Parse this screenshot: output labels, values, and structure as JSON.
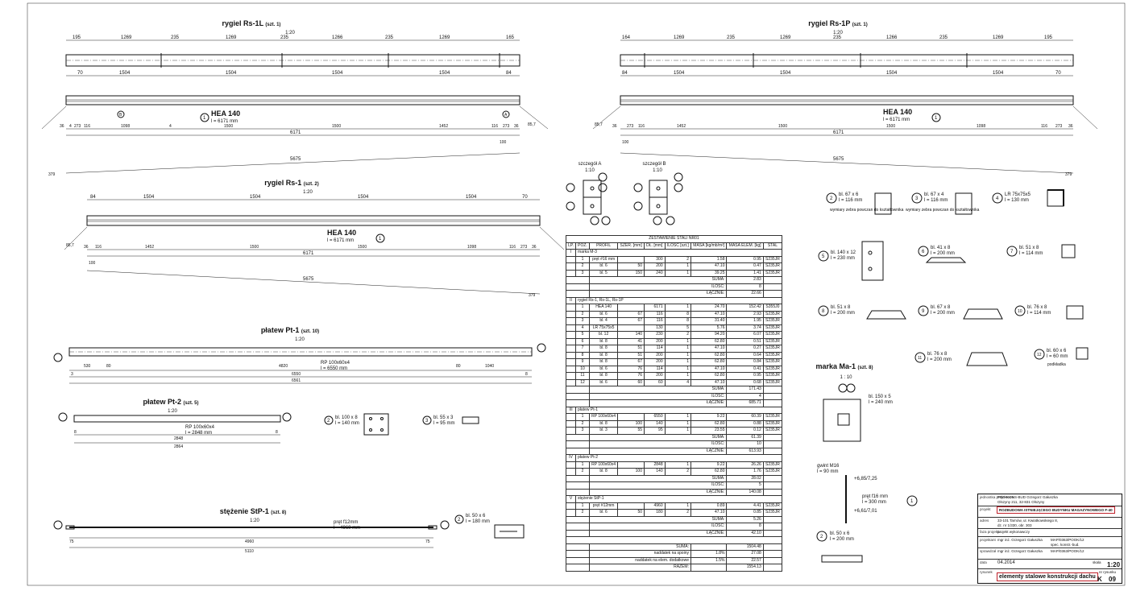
{
  "drawing": {
    "beam_rs1l": {
      "title": "rygiel Rs-1L",
      "qty": "(szt. 1)",
      "scale": "1:20",
      "top_dims": [
        "195",
        "1269",
        "235",
        "1269",
        "235",
        "1266",
        "235",
        "1269",
        "165"
      ],
      "mid_dims": [
        "70",
        "1504",
        "1504",
        "1504",
        "1504",
        "84"
      ],
      "bottom_dims": [
        "36",
        "4",
        "273",
        "6",
        "116",
        "6",
        "1098",
        "4",
        "1500",
        "4",
        "1500",
        "4",
        "1452",
        "6",
        "116",
        "6",
        "273",
        "4",
        "36"
      ],
      "total": "6171",
      "span": "5675",
      "offset": "379",
      "end": "100",
      "profile": "HEA 140",
      "length": "l = 6171 mm",
      "detail_refs": [
        "A",
        "B"
      ],
      "angle": "85,7"
    },
    "beam_rs1p": {
      "title": "rygiel Rs-1P",
      "qty": "(szt. 1)",
      "scale": "1:20",
      "top_dims": [
        "164",
        "1269",
        "235",
        "1269",
        "235",
        "1266",
        "235",
        "1269",
        "195"
      ],
      "mid_dims": [
        "84",
        "1504",
        "1504",
        "1504",
        "1504",
        "70"
      ],
      "bottom_dims": [
        "36",
        "4",
        "273",
        "6",
        "116",
        "6",
        "1452",
        "4",
        "1500",
        "4",
        "1500",
        "4",
        "1098",
        "6",
        "116",
        "6",
        "273",
        "4",
        "36"
      ],
      "total": "6171",
      "span": "5675",
      "offset": "379",
      "end": "100",
      "profile": "HEA 140",
      "length": "l = 6171 mm",
      "angle": "85,7"
    },
    "beam_rs1": {
      "title": "rygiel Rs-1",
      "qty": "(szt. 2)",
      "scale": "1:20",
      "mid_dims": [
        "84",
        "1504",
        "1504",
        "1504",
        "1504",
        "70"
      ],
      "bottom_dims": [
        "36",
        "4",
        "273",
        "6",
        "116",
        "6",
        "1452",
        "4",
        "1500",
        "4",
        "1500",
        "4",
        "1098",
        "6",
        "116",
        "6",
        "273",
        "4",
        "36"
      ],
      "total": "6171",
      "span": "5675",
      "offset": "379",
      "end": "100",
      "profile": "HEA 140",
      "length": "l = 6171 mm",
      "angle": "85,7"
    },
    "purlin_pt1": {
      "title": "płatew Pt-1",
      "qty": "(szt. 10)",
      "scale": "1:20",
      "profile": "RP 100x60x4",
      "length": "l = 6550 mm",
      "dims": [
        "3",
        "530",
        "80",
        "4820",
        "80",
        "1040",
        "8"
      ],
      "total1": "6550",
      "total2": "6561"
    },
    "purlin_pt2": {
      "title": "płatew Pt-2",
      "qty": "(szt. 5)",
      "scale": "1:20",
      "profile": "RP 100x60x4",
      "length": "l = 2848 mm",
      "dims": [
        "8",
        "2848",
        "8"
      ],
      "total": "2864"
    },
    "brace_stp1": {
      "title": "stężenie StP-1",
      "qty": "(szt. 8)",
      "scale": "1:20",
      "profile": "pręt f12mm",
      "length": "l = 4960 mm",
      "dims": [
        "75",
        "4960",
        "75"
      ],
      "total": "5110"
    },
    "details": {
      "a_title": "szczegół A",
      "b_title": "szczegół B",
      "scale": "1:10"
    },
    "plates": [
      {
        "num": "2",
        "spec": "bl. 67 x 6",
        "len": "l = 116 mm",
        "note": "wymiary zebra powczan do kształtownika"
      },
      {
        "num": "3",
        "spec": "bl. 67 x 4",
        "len": "l = 116 mm",
        "note": "wymiary zebra powczan do kształtownika"
      },
      {
        "num": "4",
        "spec": "LR 75x75x5",
        "len": "l = 130 mm",
        "note": ""
      },
      {
        "num": "5",
        "spec": "bl. 140 x 12",
        "len": "l = 230 mm",
        "note": ""
      },
      {
        "num": "6",
        "spec": "bl. 41 x 8",
        "len": "l = 200 mm",
        "note": ""
      },
      {
        "num": "7",
        "spec": "bl. 51 x 8",
        "len": "l = 114 mm",
        "note": ""
      },
      {
        "num": "8",
        "spec": "bl. 51 x 8",
        "len": "l = 200 mm",
        "note": ""
      },
      {
        "num": "9",
        "spec": "bl. 67 x 8",
        "len": "l = 200 mm",
        "note": ""
      },
      {
        "num": "10",
        "spec": "bl. 76 x 8",
        "len": "l = 114 mm",
        "note": ""
      },
      {
        "num": "11",
        "spec": "bl. 76 x 8",
        "len": "l = 200 mm",
        "note": ""
      },
      {
        "num": "12",
        "spec": "bl. 60 x 6",
        "len": "l = 60 mm",
        "note": "podkładka"
      }
    ],
    "pt_plates": [
      {
        "num": "2",
        "spec": "bl. 100 x 8",
        "len": "l = 140 mm"
      },
      {
        "num": "3",
        "spec": "bl. 55 x 3",
        "len": "l = 95 mm"
      }
    ],
    "stp_plate": {
      "num": "2",
      "spec": "bl. 50 x 6",
      "len": "l = 180 mm"
    },
    "marka": {
      "title": "marka Ma-1",
      "qty": "(szt. 8)",
      "scale": "1 : 10",
      "plate": "bl. 150 x 5",
      "plate_len": "l = 240 mm",
      "thread": "gwint M16",
      "thread_len": "l = 90 mm",
      "bar": "pręt f16 mm",
      "bar_len": "l = 300 mm",
      "lvl1": "+6,85/7,25",
      "lvl2": "+6,61/7,01",
      "plate2": "bl. 50 x 6",
      "plate2_len": "l = 200 mm"
    }
  },
  "bom": {
    "title": "ZESTAWIENIE STALI NR01",
    "headers": [
      "LP.",
      "POZ.",
      "PROFIL",
      "SZER. [mm]",
      "DŁ. [mm]",
      "ILOŚĆ [szt.]",
      "MASA [kg/mb/m²]",
      "MASA ELEM. [kg]",
      "STAL"
    ],
    "sections": [
      {
        "lp": "I",
        "name": "marka M-3",
        "rows": [
          [
            "1",
            "pręt #16 mm",
            "",
            "300",
            "2",
            "1.58",
            "0.95",
            "S235JR"
          ],
          [
            "2",
            "bl. 6",
            "50",
            "200",
            "1",
            "47.10",
            "0.47",
            "S235JR"
          ],
          [
            "3",
            "bl. 5",
            "150",
            "240",
            "1",
            "39.25",
            "1.41",
            "S235JR"
          ]
        ],
        "suma": "2.83",
        "ilosc": "8",
        "lacznie": "22.66"
      },
      {
        "lp": "II",
        "name": "rygiel Rs-1, Rs-1L, Rs-1P",
        "rows": [
          [
            "1",
            "HEA 140",
            "",
            "6171",
            "1",
            "24.70",
            "152.42",
            "S355J0"
          ],
          [
            "2",
            "bl. 6",
            "67",
            "116",
            "8",
            "47.10",
            "2.93",
            "S235JR"
          ],
          [
            "3",
            "bl. 4",
            "67",
            "116",
            "8",
            "31.40",
            "1.95",
            "S235JR"
          ],
          [
            "4",
            "LR 75x75x5",
            "",
            "130",
            "5",
            "5.76",
            "3.74",
            "S235JR"
          ],
          [
            "5",
            "bl. 12",
            "140",
            "230",
            "2",
            "94.20",
            "6.07",
            "S235JR"
          ],
          [
            "6",
            "bl. 8",
            "41",
            "200",
            "1",
            "62.80",
            "0.51",
            "S235JR"
          ],
          [
            "7",
            "bl. 8",
            "51",
            "114",
            "1",
            "47.10",
            "0.27",
            "S235JR"
          ],
          [
            "8",
            "bl. 8",
            "51",
            "200",
            "1",
            "62.80",
            "0.64",
            "S235JR"
          ],
          [
            "9",
            "bl. 8",
            "67",
            "200",
            "1",
            "62.80",
            "0.84",
            "S235JR"
          ],
          [
            "10",
            "bl. 6",
            "76",
            "114",
            "1",
            "47.10",
            "0.41",
            "S235JR"
          ],
          [
            "11",
            "bl. 8",
            "76",
            "200",
            "1",
            "62.80",
            "0.95",
            "S235JR"
          ],
          [
            "12",
            "bl. 6",
            "60",
            "60",
            "4",
            "47.10",
            "0.68",
            "S235JR"
          ]
        ],
        "suma": "171.43",
        "ilosc": "4",
        "lacznie": "685.71"
      },
      {
        "lp": "III",
        "name": "płatew Pt-1",
        "rows": [
          [
            "1",
            "RP 100x60x4",
            "",
            "6550",
            "1",
            "9.22",
            "60.39",
            "S235JR"
          ],
          [
            "2",
            "bl. 8",
            "100",
            "140",
            "1",
            "62.80",
            "0.88",
            "S235JR"
          ],
          [
            "3",
            "bl. 3",
            "55",
            "95",
            "1",
            "23.55",
            "0.12",
            "S235JR"
          ]
        ],
        "suma": "61.39",
        "ilosc": "10",
        "lacznie": "613.93"
      },
      {
        "lp": "IV",
        "name": "płatew Pt-2",
        "rows": [
          [
            "1",
            "RP 100x60x4",
            "",
            "2848",
            "1",
            "9.22",
            "26.26",
            "S235JR"
          ],
          [
            "2",
            "bl. 8",
            "100",
            "140",
            "2",
            "62.80",
            "1.76",
            "S235JR"
          ]
        ],
        "suma": "28.02",
        "ilosc": "5",
        "lacznie": "140.08"
      },
      {
        "lp": "V",
        "name": "stężenie StP-1",
        "rows": [
          [
            "1",
            "pręt #12mm",
            "",
            "4960",
            "1",
            "0.89",
            "4.41",
            "S235JR"
          ],
          [
            "2",
            "bl. 6",
            "50",
            "180",
            "2",
            "47.10",
            "0.85",
            "S235JR"
          ]
        ],
        "suma": "5.26",
        "ilosc": "8",
        "lacznie": "42.10"
      }
    ],
    "labels": {
      "suma": "SUMA:",
      "ilosc": "ILOŚĆ:",
      "lacznie": "ŁĄCZNIE:"
    },
    "totals": [
      {
        "label": "SUMA:",
        "pct": "",
        "value": "1504.48"
      },
      {
        "label": "naddatek na spoiny",
        "pct": "1.8%",
        "value": "27.08"
      },
      {
        "label": "naddatek na elem. dodatkowe",
        "pct": "1.5%",
        "value": "22.57"
      },
      {
        "label": "RAZEM:",
        "pct": "",
        "value": "1554.13"
      }
    ]
  },
  "titleblock": {
    "designer_label": "jednostka projektowa",
    "designer": "PRO-KONS-BUD Grzegorz Gałuszka",
    "designer_addr": "Olszyny 211, 32-831 Olszyny",
    "project_label": "projekt",
    "project": "ROZBUDOWA ISTNIEJĄCEGO BUDYNKU MAGAZYNOWEGO F-40",
    "address_label": "adres",
    "address": "33-101 Tarnów, ul. Kwiatkowskiego 8,",
    "address2": "dz. nr 1/330, obr. 303",
    "phase_label": "faza projektu",
    "phase": "projekt wykonawczy",
    "designer2_label": "projektant",
    "designer2": "mgr inż. Grzegorz Gałuszka",
    "lic": "MAP/0363/POOK/12",
    "lic_note": "spec. konstr.-bud.",
    "checker_label": "sprawdzał",
    "checker": "mgr inż. Grzegorz Gałuszka",
    "lic2": "MAP/0363/POOK/12",
    "date_label": "data",
    "date": "04.2014",
    "scale_label": "skala",
    "scale": "1:20",
    "sheet_label": "rysunek",
    "sheet_title": "elementy stalowe konstrukcji dachu",
    "code": "K",
    "number": "09",
    "number_label": "nr rysunku"
  }
}
